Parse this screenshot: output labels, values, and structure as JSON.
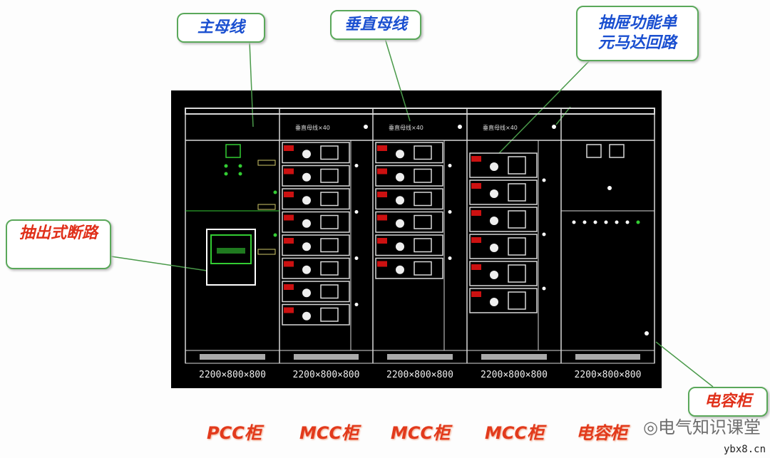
{
  "callouts": {
    "main_bus": "主母线",
    "vertical_bus": "垂直母线",
    "drawer_unit": "抽屉功能单元马达回路",
    "withdrawable_breaker": "抽出式断路",
    "capacitor_cabinet": "电容柜"
  },
  "cabinets": [
    {
      "type": "PCC柜",
      "dimension": "2200×800×800"
    },
    {
      "type": "MCC柜",
      "dimension": "2200×800×800",
      "header": "垂直母线×40",
      "drawers": 8
    },
    {
      "type": "MCC柜",
      "dimension": "2200×800×800",
      "header": "垂直母线×40",
      "drawers": 6
    },
    {
      "type": "MCC柜",
      "dimension": "2200×800×800",
      "header": "垂直母线×40",
      "drawers": 6
    },
    {
      "type": "电容柜",
      "dimension": "2200×800×800"
    }
  ],
  "watermark": {
    "text": "电气知识课堂",
    "site": "ybx8.cn"
  },
  "colors": {
    "callout_border": "#5aa85a",
    "callout_blue": "#1a4fd0",
    "label_red": "#e23a1c",
    "panel": "#000000",
    "line": "#d8d8d8",
    "green": "#33cc33",
    "drawer_red": "#cc1111"
  }
}
